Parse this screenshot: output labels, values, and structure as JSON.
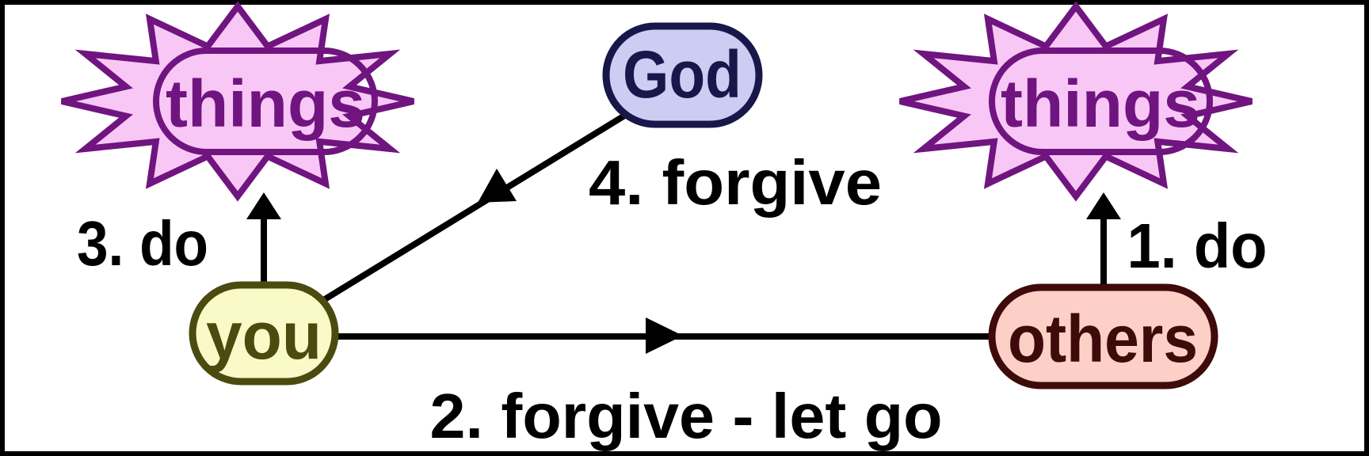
{
  "nodes": {
    "things_left": {
      "label": "things",
      "fill": "#f8c7f6",
      "stroke": "#701480"
    },
    "things_right": {
      "label": "things",
      "fill": "#f8c7f6",
      "stroke": "#701480"
    },
    "god": {
      "label": "God",
      "fill": "#cdcdf4",
      "stroke": "#17174a"
    },
    "you": {
      "label": "you",
      "fill": "#fafac9",
      "stroke": "#4b4b10"
    },
    "others": {
      "label": "others",
      "fill": "#fccfc7",
      "stroke": "#3f0a0a"
    }
  },
  "edges": {
    "others_do": {
      "label": "1. do",
      "color": "#000000"
    },
    "you_forgive": {
      "label": "2. forgive - let go",
      "color": "#000000"
    },
    "you_do": {
      "label": "3. do",
      "color": "#000000"
    },
    "god_forgive": {
      "label": "4. forgive",
      "color": "#000000"
    }
  },
  "frame": {
    "color": "#000000"
  }
}
